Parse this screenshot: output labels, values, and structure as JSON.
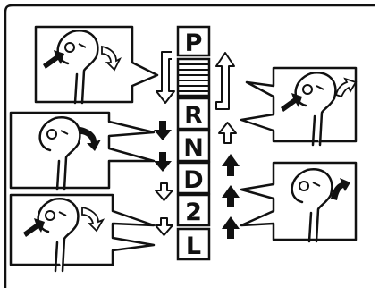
{
  "gears": [
    "P",
    "R",
    "N",
    "D",
    "2",
    "L"
  ],
  "colors": {
    "ink": "#111111",
    "paper": "#ffffff"
  },
  "icons": {
    "push-button": "arrow-right-filled",
    "shift-free": "arrow-hollow",
    "shift-required": "arrow-filled"
  }
}
